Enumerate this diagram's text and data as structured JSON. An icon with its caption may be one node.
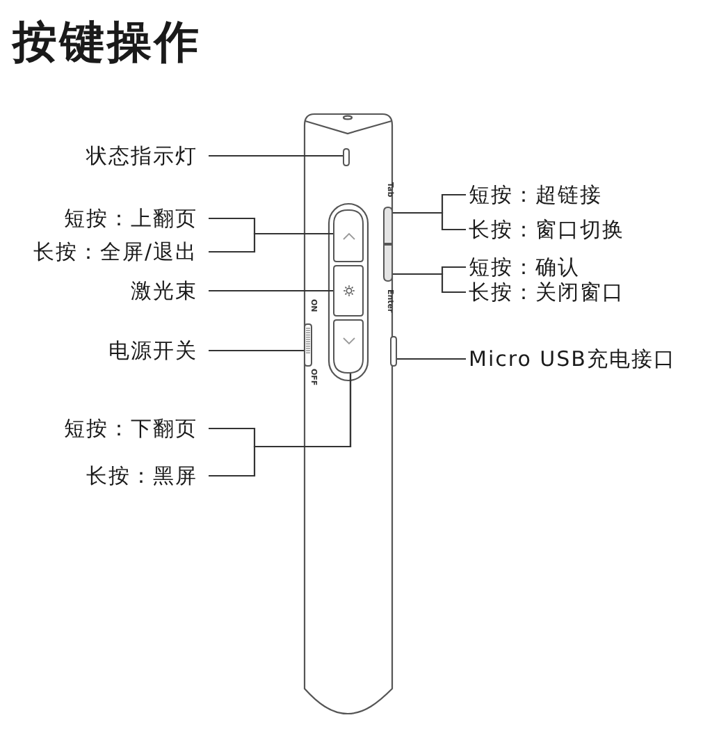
{
  "diagram": {
    "title": "按键操作",
    "nodes": [
      {
        "text": [
          "状态指示灯"
        ]
      },
      {
        "text": [
          "短按：上翻页"
        ]
      },
      {
        "text": [
          "长按：全屏/退出"
        ]
      },
      {
        "text": [
          "激光束"
        ]
      },
      {
        "text": [
          "电源开关"
        ]
      },
      {
        "text": [
          "短按：下翻页"
        ]
      },
      {
        "text": [
          "长按：黑屏"
        ]
      },
      {
        "text": [
          "短按：超链接"
        ]
      },
      {
        "text": [
          "长按：窗口切换"
        ]
      },
      {
        "text": [
          "短按：确认"
        ]
      },
      {
        "text": [
          "长按：关闭窗口"
        ]
      },
      {
        "text": [
          "Micro USB充电接口"
        ]
      },
      {
        "text": [],
        "shape": "bar"
      },
      {
        "text": [],
        "shape": "box"
      },
      {
        "text": [],
        "shape": "box"
      },
      {
        "text": [],
        "shape": "box"
      },
      {
        "text": [],
        "shape": "bar"
      },
      {
        "text": [],
        "shape": "bar"
      },
      {
        "text": [],
        "shape": "bar"
      },
      {
        "text": [],
        "shape": "bar"
      }
    ],
    "edges": [
      {
        "from": 0,
        "to": 12,
        "arrow": "none"
      },
      {
        "from": 1,
        "to": 13,
        "arrow": "none"
      },
      {
        "from": 2,
        "to": 13,
        "arrow": "none"
      },
      {
        "from": 3,
        "to": 14,
        "arrow": "none"
      },
      {
        "from": 4,
        "to": 16,
        "arrow": "none"
      },
      {
        "from": 5,
        "to": 15,
        "arrow": "none"
      },
      {
        "from": 6,
        "to": 15,
        "arrow": "none"
      },
      {
        "from": 7,
        "to": 17,
        "arrow": "none"
      },
      {
        "from": 8,
        "to": 17,
        "arrow": "none"
      },
      {
        "from": 9,
        "to": 18,
        "arrow": "none"
      },
      {
        "from": 10,
        "to": 18,
        "arrow": "none"
      },
      {
        "from": 11,
        "to": 19,
        "arrow": "none"
      }
    ],
    "labels": [
      "Tab",
      "Enter",
      "ON",
      "OFF"
    ]
  }
}
